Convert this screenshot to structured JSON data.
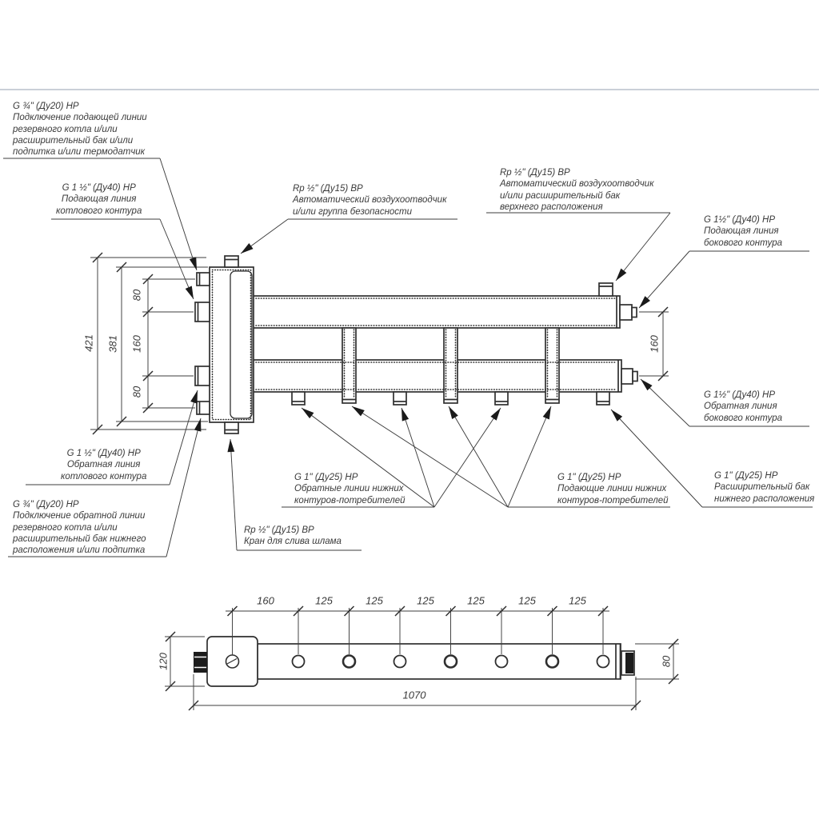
{
  "page": {
    "background": "#ffffff",
    "top_rule_color": "#cad0d8"
  },
  "drawing": {
    "line_color": "#2f2f2f",
    "thin_line_color": "#3d3d3d",
    "text_color": "#3a3a3a"
  },
  "callouts": {
    "supply_backup_top": {
      "text": "G ¾\" (Ду20) НР\nПодключение подающей линии\nрезервного котла и/или\nрасширительный бак и/или\nподпитка и/или термодатчик"
    },
    "boiler_supply": {
      "text": "G 1 ½\" (Ду40) НР\nПодающая линия\nкотлового контура"
    },
    "air_vent_left": {
      "text": "Rp ½\" (Ду15) ВР\nАвтоматический воздухоотводчик\nи/или группа безопасности"
    },
    "air_vent_right": {
      "text": "Rp ½\" (Ду15) ВР\nАвтоматический воздухоотводчик\nи/или расширительный бак\nверхнего расположения"
    },
    "side_supply": {
      "text": "G 1½\" (Ду40) НР\nПодающая линия\nбокового контура"
    },
    "side_return": {
      "text": "G 1½\" (Ду40) НР\nОбратная линия\nбокового контура"
    },
    "expansion_bottom": {
      "text": "G 1\" (Ду25) НР\nРасширительный бак\nнижнего расположения"
    },
    "lower_returns": {
      "text": "G 1\" (Ду25) НР\nОбратные линии нижних\nконтуров-потребителей"
    },
    "lower_supplies": {
      "text": "G 1\" (Ду25) НР\nПодающие линии нижних\nконтуров-потребителей"
    },
    "boiler_return": {
      "text": "G 1 ½\" (Ду40) НР\nОбратная линия\nкотлового контура"
    },
    "return_backup_bottom": {
      "text": "G ¾\" (Ду20) НР\nПодключение обратной линии\nрезервного котла и/или\nрасширительный бак нижнего\nрасположения и/или подпитка"
    },
    "drain": {
      "text": "Rp ½\" (Ду15) ВР\nКран для слива шлама"
    }
  },
  "dimensions": {
    "overall_height": "421",
    "body_height": "381",
    "port_offset_top": "80",
    "port_spacing_mid": "160",
    "port_offset_bottom": "80",
    "side_circuit_spacing": "160",
    "plan_first_pitch": "160",
    "plan_pitch": [
      "125",
      "125",
      "125",
      "125",
      "125",
      "125"
    ],
    "plan_block_width": "120",
    "plan_bar_width": "80",
    "plan_total_length": "1070"
  }
}
